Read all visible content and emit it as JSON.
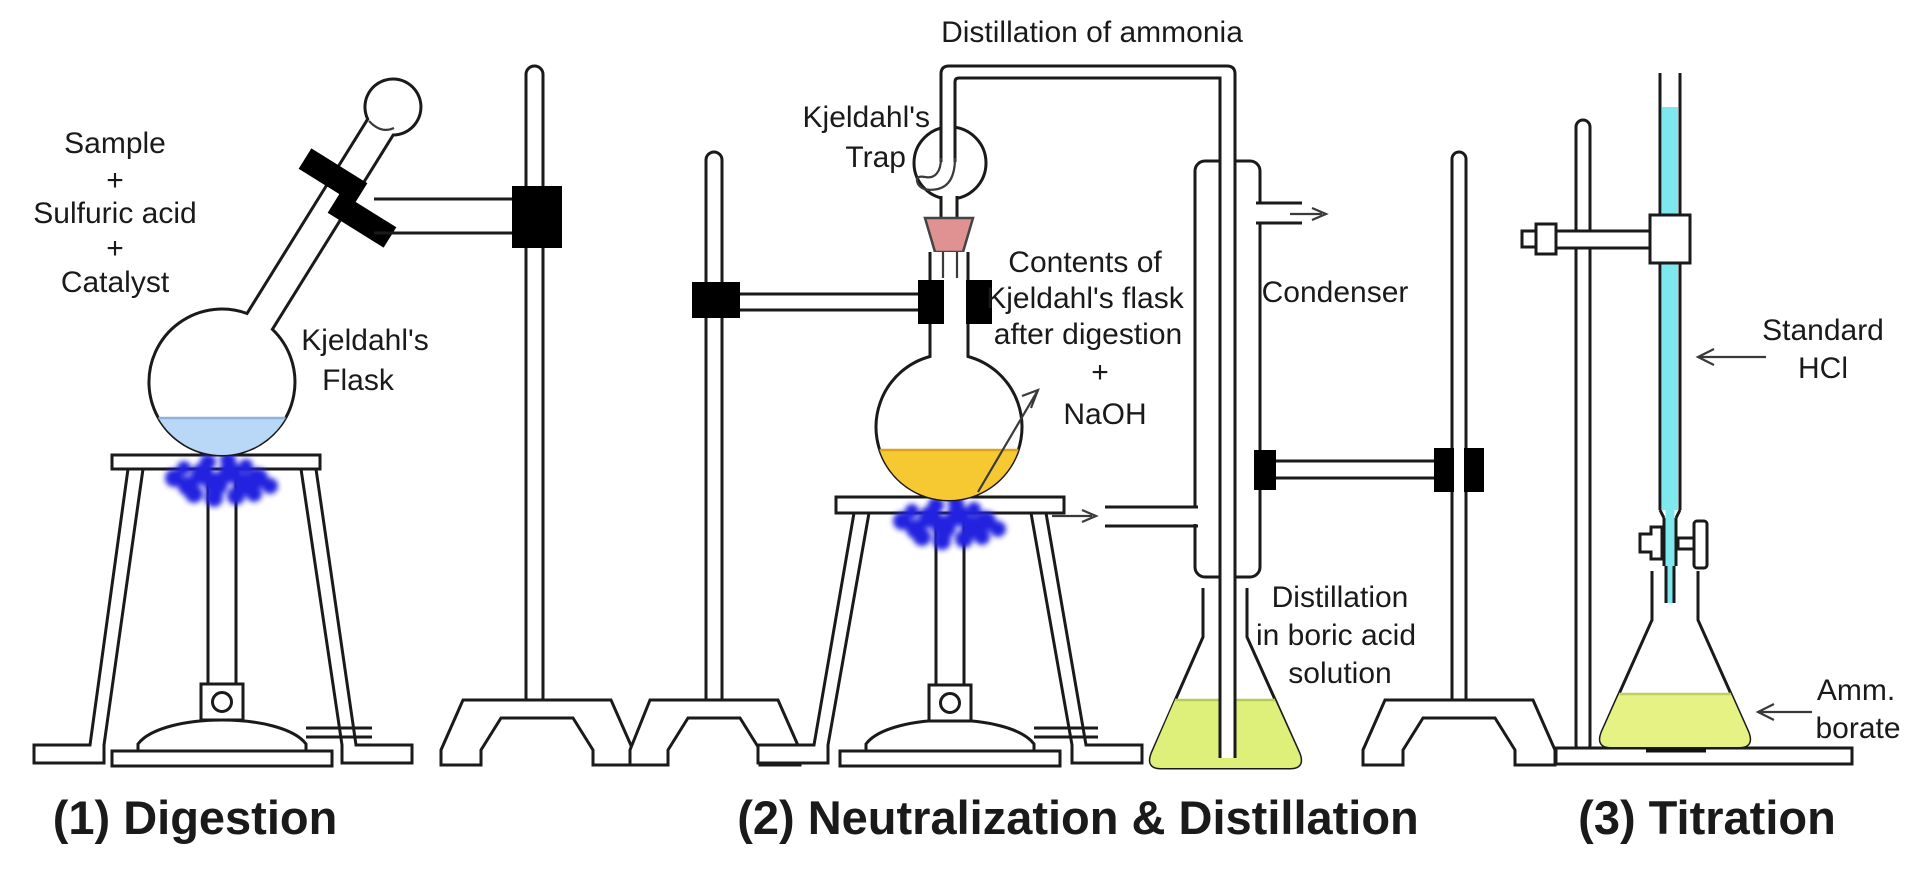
{
  "colors": {
    "caption": "#A31326",
    "sample_liquid": "#B9D7F6",
    "sample_surface": "#8FB3DD",
    "digest_liquid": "#F6C832",
    "digest_surface": "#D9A41C",
    "receiver_liquid": "#DFF07A",
    "receiver_surface": "#B5CC55",
    "titrant_liquid": "#7FE8EE",
    "borate_liquid": "#E6F283",
    "borate_surface": "#C2CF5E",
    "stopper": "#E09191",
    "flame": "#2424E0"
  },
  "stage1": {
    "caption": "(1) Digestion",
    "reagent_lines": [
      "Sample",
      "+",
      "Sulfuric acid",
      "+",
      "Catalyst"
    ],
    "flask_label": [
      "Kjeldahl's",
      "Flask"
    ]
  },
  "stage2": {
    "caption": "(2) Neutralization & Distillation",
    "distillation_label": "Distillation of ammonia",
    "trap_label": [
      "Kjeldahl's",
      "Trap"
    ],
    "contents_label": [
      "Contents of",
      "Kjeldahl's flask",
      "after digestion",
      "+",
      "NaOH"
    ],
    "condenser_label": "Condenser",
    "receiver_label": [
      "Distillation",
      "in boric acid",
      "solution"
    ]
  },
  "stage3": {
    "caption": "(3) Titration",
    "burette_label": [
      "Standard",
      "HCl"
    ],
    "flask_label": [
      "Amm.",
      "borate"
    ]
  }
}
